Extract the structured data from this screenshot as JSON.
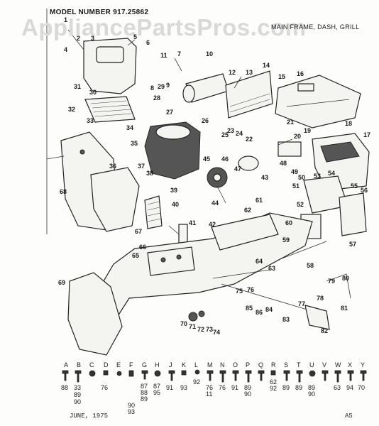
{
  "header": {
    "model_number": "MODEL NUMBER 917.25862",
    "subtitle": "MAIN FRAME, DASH, GRILL"
  },
  "watermark": "AppliancePartsPros.com",
  "footer": {
    "date": "JUNE, 1975",
    "page_code": "A5"
  },
  "callouts": [
    "1",
    "2",
    "3",
    "4",
    "5",
    "6",
    "7",
    "8",
    "9",
    "10",
    "11",
    "12",
    "13",
    "14",
    "15",
    "16",
    "17",
    "18",
    "19",
    "20",
    "21",
    "22",
    "23",
    "24",
    "25",
    "26",
    "27",
    "28",
    "29",
    "30",
    "31",
    "32",
    "33",
    "34",
    "35",
    "36",
    "37",
    "38",
    "39",
    "40",
    "41",
    "42",
    "43",
    "44",
    "45",
    "46",
    "47",
    "48",
    "49",
    "50",
    "51",
    "52",
    "53",
    "54",
    "55",
    "56",
    "57",
    "58",
    "59",
    "60",
    "61",
    "62",
    "63",
    "64",
    "65",
    "66",
    "67",
    "68",
    "69",
    "70",
    "71",
    "72",
    "73",
    "74",
    "75",
    "76",
    "77",
    "78",
    "79",
    "80",
    "81",
    "82",
    "83",
    "84",
    "85",
    "86",
    "87",
    "88",
    "89",
    "90",
    "91",
    "92",
    "93",
    "94",
    "95"
  ],
  "hardware_letters": [
    "A",
    "B",
    "C",
    "D",
    "E",
    "F",
    "G",
    "H",
    "J",
    "K",
    "L",
    "M",
    "N",
    "O",
    "P",
    "Q",
    "R",
    "S",
    "T",
    "U",
    "V",
    "W",
    "X",
    "Y"
  ],
  "hardware_refs": [
    "88",
    "33",
    "89",
    "90",
    "76",
    "87",
    "88",
    "89",
    "90",
    "93",
    "87",
    "95",
    "91",
    "93",
    "92",
    "76",
    "11",
    "76",
    "91",
    "89",
    "90",
    "62",
    "92",
    "89",
    "89",
    "89",
    "90",
    "63",
    "94",
    "70"
  ]
}
